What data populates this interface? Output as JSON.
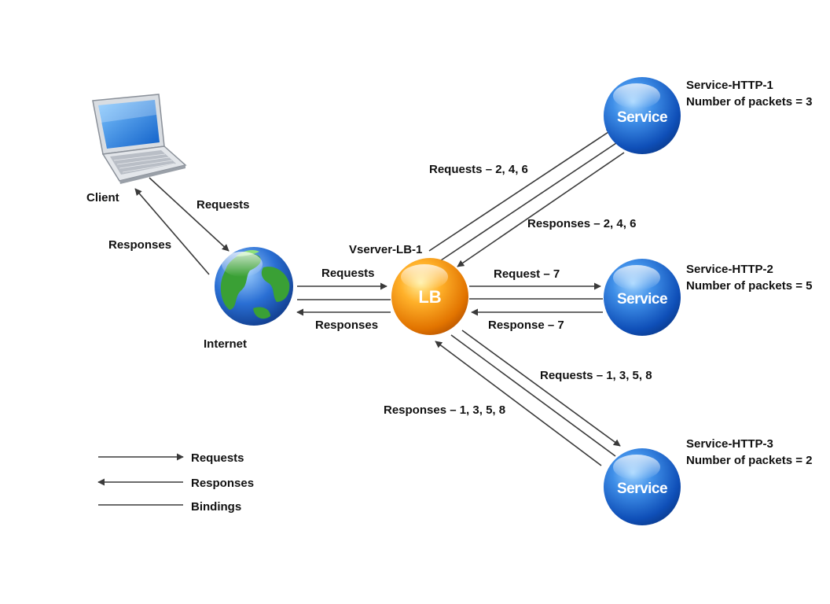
{
  "client": {
    "label": "Client"
  },
  "internet": {
    "label": "Internet"
  },
  "vserver": {
    "name": "Vserver-LB-1",
    "node_text": "LB"
  },
  "client_link": {
    "requests": "Requests",
    "responses": "Responses"
  },
  "internet_link": {
    "requests": "Requests",
    "responses": "Responses"
  },
  "services": [
    {
      "node_text": "Service",
      "name": "Service-HTTP-1",
      "packets": "Number of packets = 3",
      "requests": "Requests – 2, 4, 6",
      "responses": "Responses – 2, 4, 6"
    },
    {
      "node_text": "Service",
      "name": "Service-HTTP-2",
      "packets": "Number of packets = 5",
      "requests": "Request – 7",
      "responses": "Response – 7"
    },
    {
      "node_text": "Service",
      "name": "Service-HTTP-3",
      "packets": "Number of packets = 2",
      "requests": "Requests – 1, 3, 5, 8",
      "responses": "Responses – 1, 3, 5, 8"
    }
  ],
  "legend": {
    "requests": "Requests",
    "responses": "Responses",
    "bindings": "Bindings"
  },
  "colors": {
    "line": "#3a3a3a",
    "service_blue": "#1a66d6",
    "lb_orange": "#f08a00",
    "globe_ocean": "#1f5fc8",
    "globe_land": "#3aa035"
  },
  "icons": {
    "client": "laptop-icon",
    "internet": "globe-icon"
  }
}
